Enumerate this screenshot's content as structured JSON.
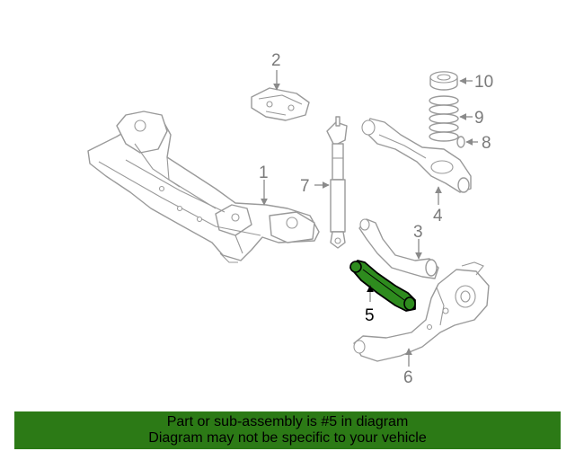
{
  "callouts": {
    "c1": "1",
    "c2": "2",
    "c3": "3",
    "c4": "4",
    "c5": "5",
    "c6": "6",
    "c7": "7",
    "c8": "8",
    "c9": "9",
    "c10": "10"
  },
  "banner": {
    "line1": "Part or sub-assembly is #5 in diagram",
    "line2": "Diagram may not be specific to your vehicle"
  },
  "colors": {
    "highlight": "#2e8b1e",
    "banner": "#2c7a16",
    "linework": "#9a9a9a"
  }
}
